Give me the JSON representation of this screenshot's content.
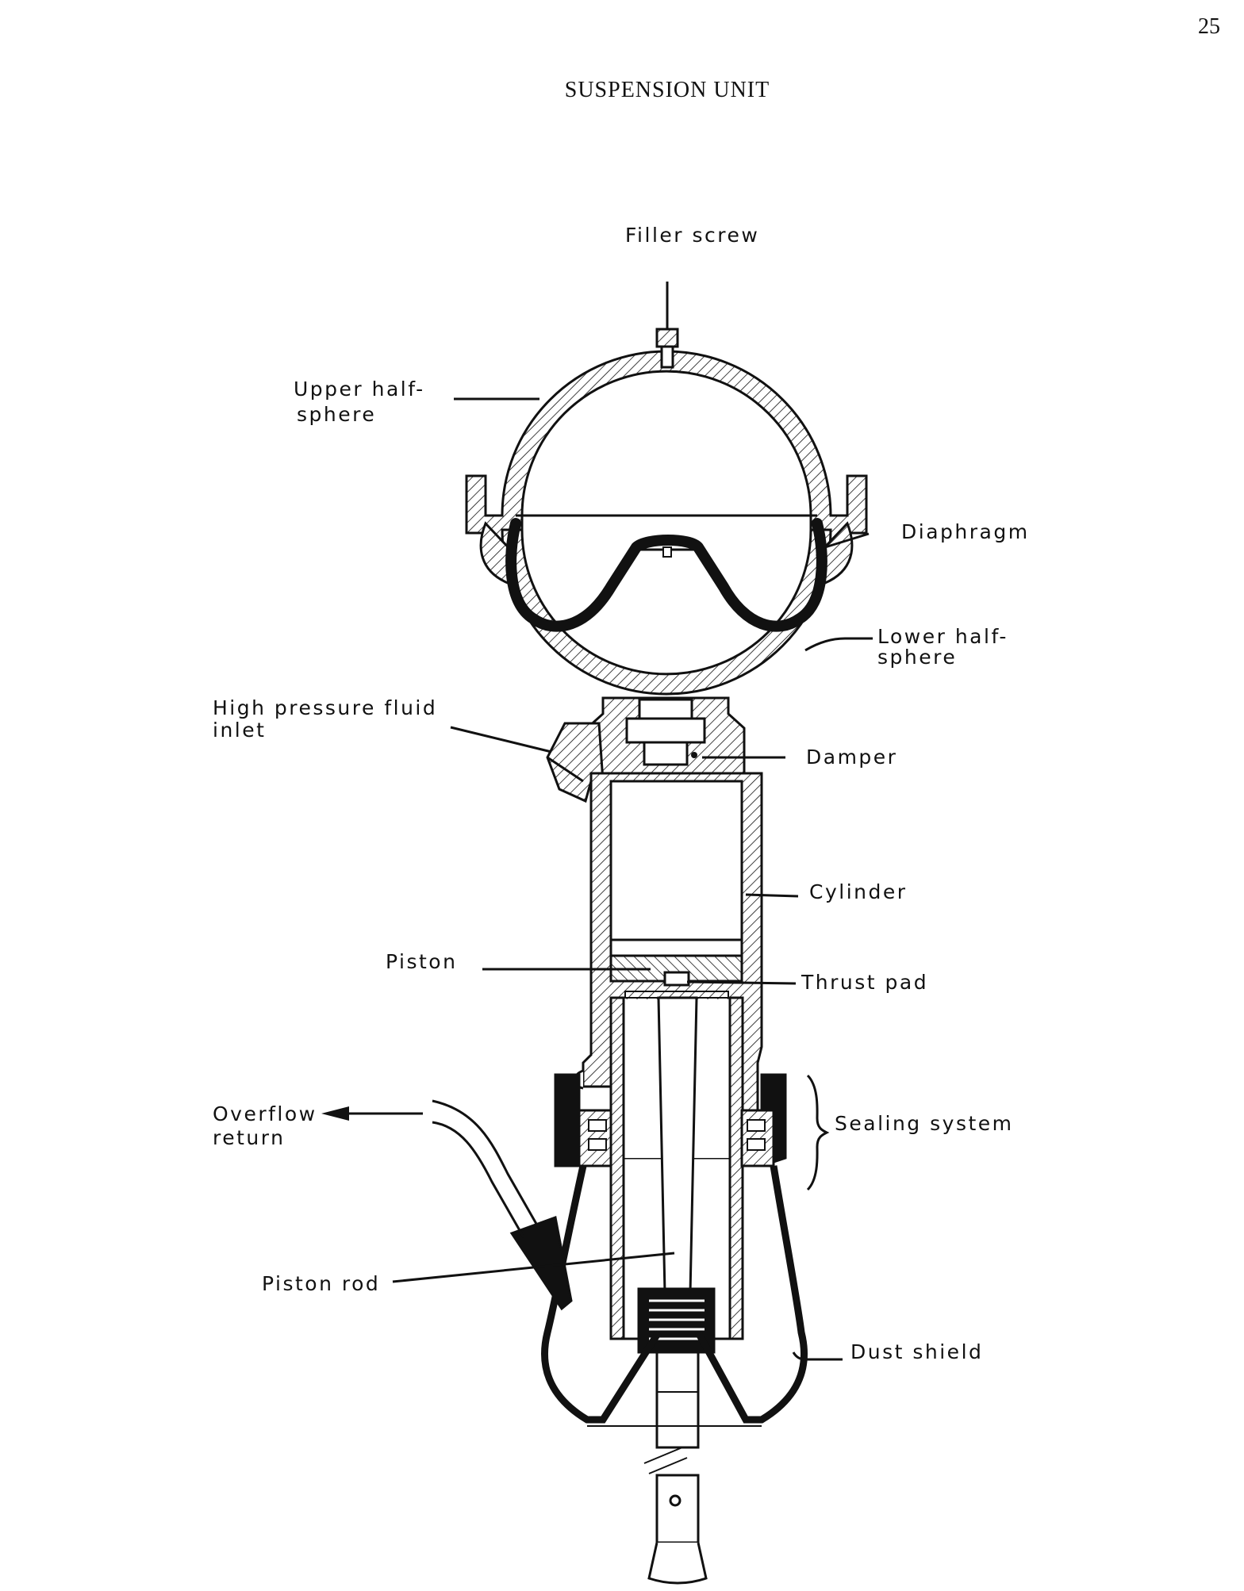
{
  "page": {
    "number": "25",
    "title": "SUSPENSION UNIT"
  },
  "labels": {
    "filler_screw": "Filler screw",
    "upper_half_sphere_1": "Upper half-",
    "upper_half_sphere_2": "sphere",
    "diaphragm": "Diaphragm",
    "lower_half_sphere_1": "Lower half-",
    "lower_half_sphere_2": "sphere",
    "high_pressure_1": "High pressure fluid",
    "high_pressure_2": "inlet",
    "damper": "Damper",
    "cylinder": "Cylinder",
    "piston": "Piston",
    "thrust_pad": "Thrust pad",
    "overflow_1": "Overflow",
    "overflow_2": "return",
    "sealing_system": "Sealing system",
    "piston_rod": "Piston rod",
    "dust_shield": "Dust shield"
  }
}
